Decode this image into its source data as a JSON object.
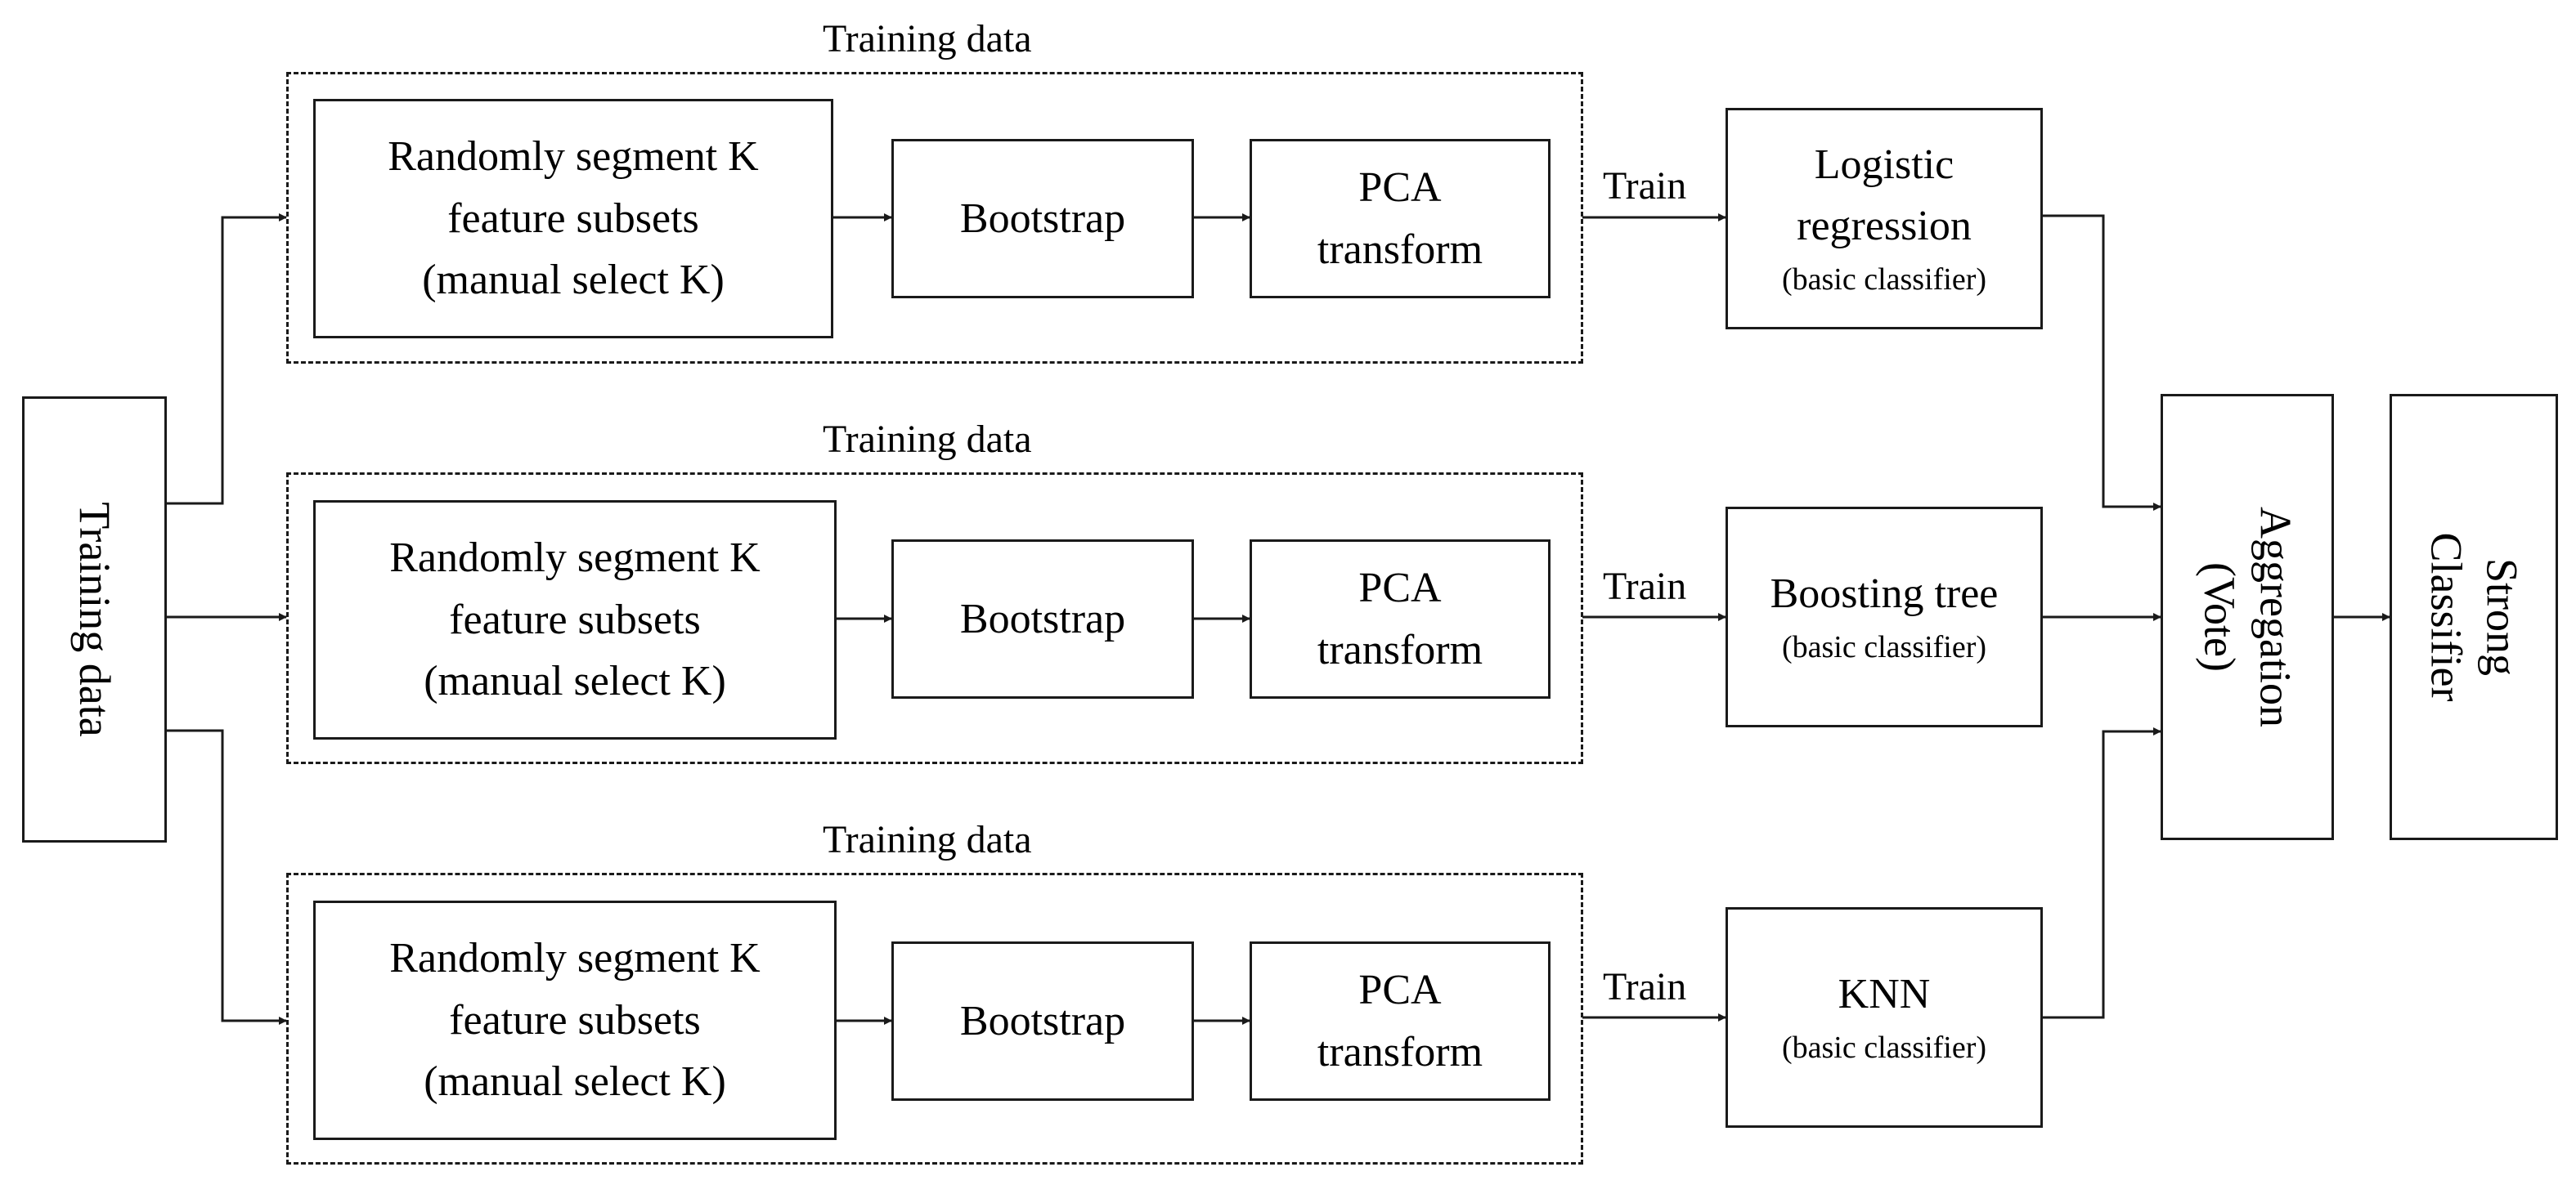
{
  "input": {
    "label": "Training data"
  },
  "branches": [
    {
      "group_label": "Training data",
      "segment": [
        "Randomly segment K",
        "feature subsets",
        "(manual select K)"
      ],
      "bootstrap": "Bootstrap",
      "pca": [
        "PCA",
        "transform"
      ],
      "train_label": "Train",
      "classifier": [
        "Logistic",
        "regression"
      ],
      "classifier_note": "(basic classifier)"
    },
    {
      "group_label": "Training data",
      "segment": [
        "Randomly segment K",
        "feature subsets",
        "(manual select K)"
      ],
      "bootstrap": "Bootstrap",
      "pca": [
        "PCA",
        "transform"
      ],
      "train_label": "Train",
      "classifier": [
        "Boosting tree"
      ],
      "classifier_note": "(basic classifier)"
    },
    {
      "group_label": "Training data",
      "segment": [
        "Randomly segment K",
        "feature subsets",
        "(manual select K)"
      ],
      "bootstrap": "Bootstrap",
      "pca": [
        "PCA",
        "transform"
      ],
      "train_label": "Train",
      "classifier": [
        "KNN"
      ],
      "classifier_note": "(basic classifier)"
    }
  ],
  "aggregation": [
    "Aggregation",
    "(Vote)"
  ],
  "output": [
    "Strong",
    "Classifier"
  ]
}
